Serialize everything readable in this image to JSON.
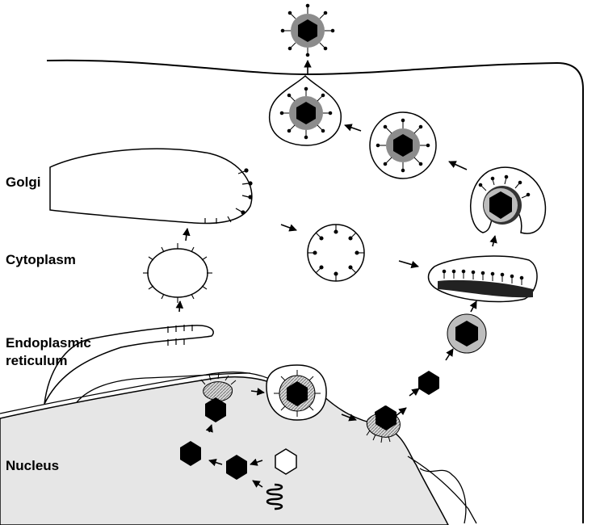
{
  "labels": {
    "golgi": "Golgi",
    "cytoplasm": "Cytoplasm",
    "er_line1": "Endoplasmic",
    "er_line2": "reticulum",
    "nucleus": "Nucleus"
  },
  "colors": {
    "nucleus_fill": "#e6e6e6",
    "capsid": "#000000",
    "tegument": "#8c8c8c",
    "primary_envelope": "#bdbdbd",
    "membrane": "#000000"
  }
}
